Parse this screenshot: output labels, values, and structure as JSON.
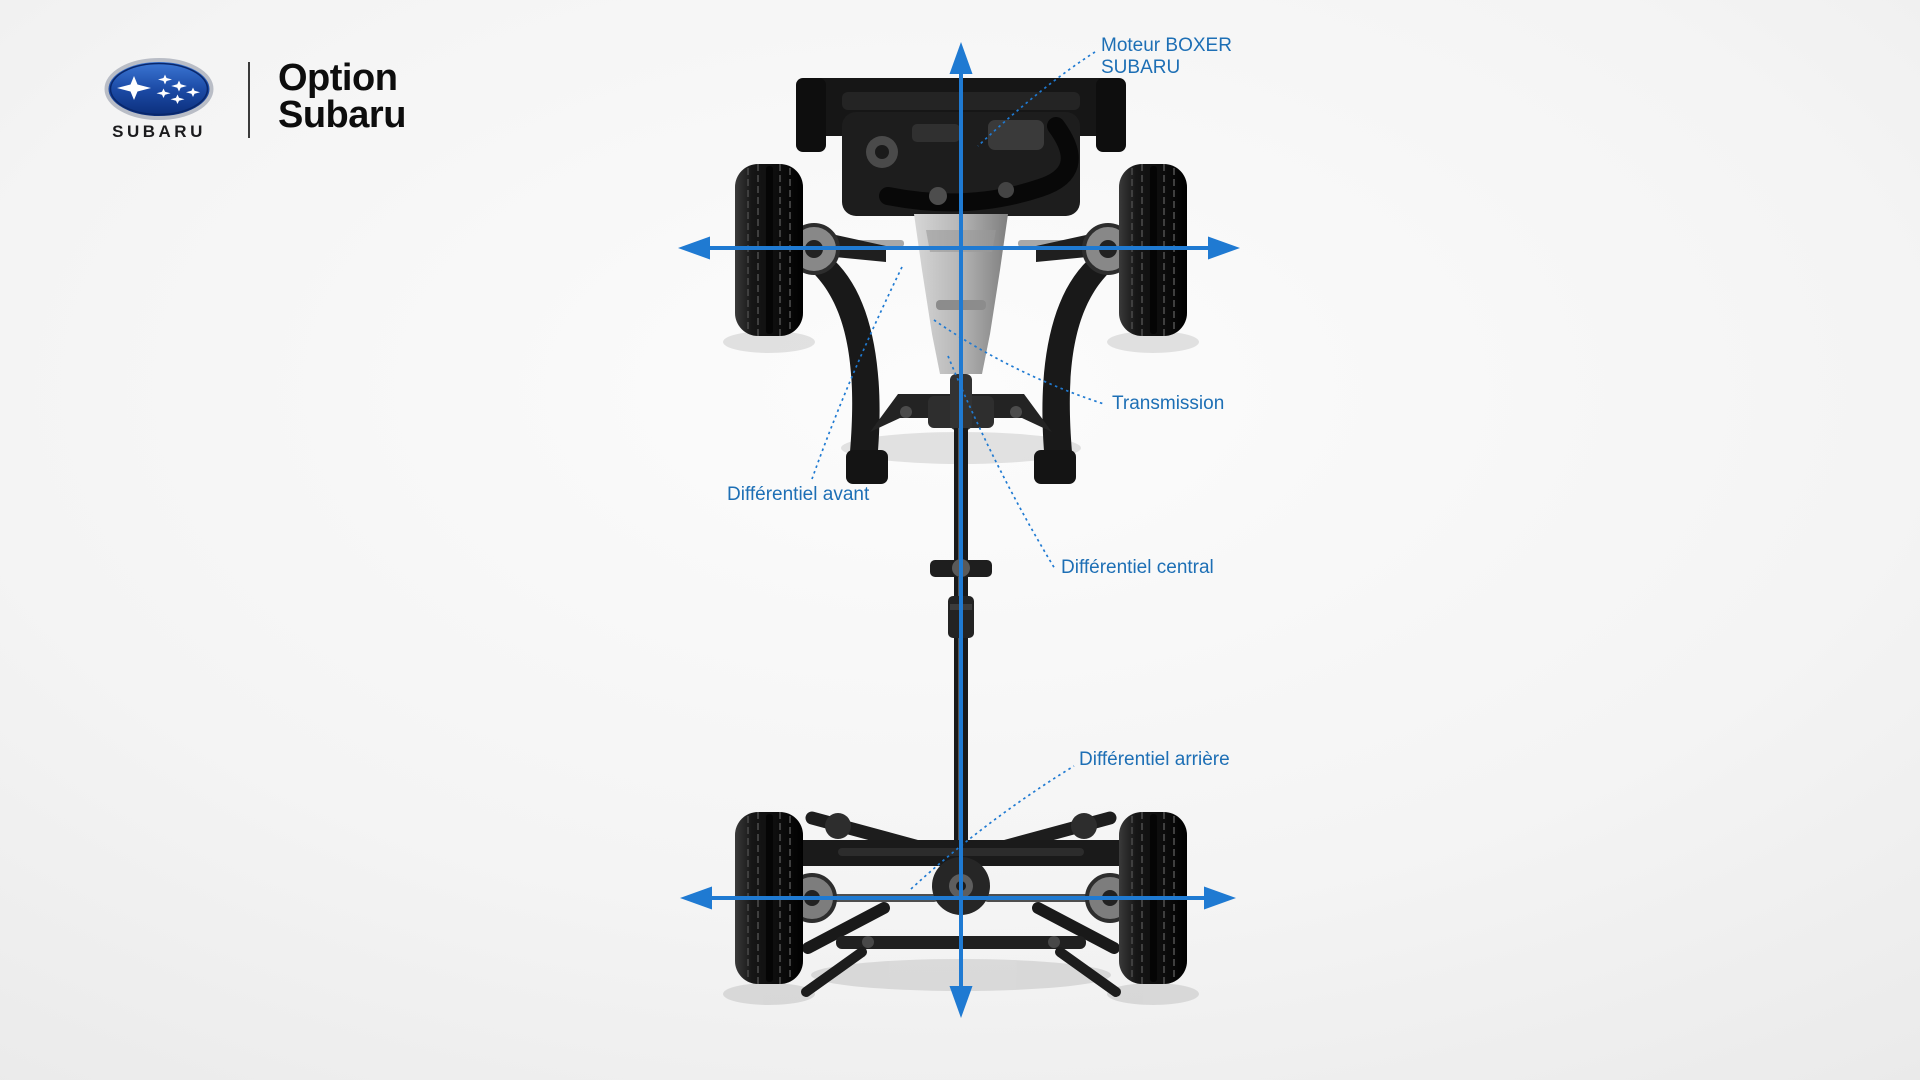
{
  "page": {
    "background_center": "#fcfcfc",
    "background_edge": "#dedede"
  },
  "branding": {
    "emblem_icon": "subaru-six-stars-oval",
    "emblem_blue": "#12418f",
    "wordmark": "SUBARU",
    "title_line1": "Option",
    "title_line2": "Subaru"
  },
  "diagram": {
    "subject": "subaru-symmetrical-awd-drivetrain-top-view",
    "accent_color": "#1f7ad2",
    "label_color": "#1d6fb5",
    "labels": {
      "engine": "Moteur BOXER\nSUBARU",
      "transmission": "Transmission",
      "front_diff": "Différentiel avant",
      "center_diff": "Différentiel central",
      "rear_diff": "Différentiel arrière"
    }
  }
}
